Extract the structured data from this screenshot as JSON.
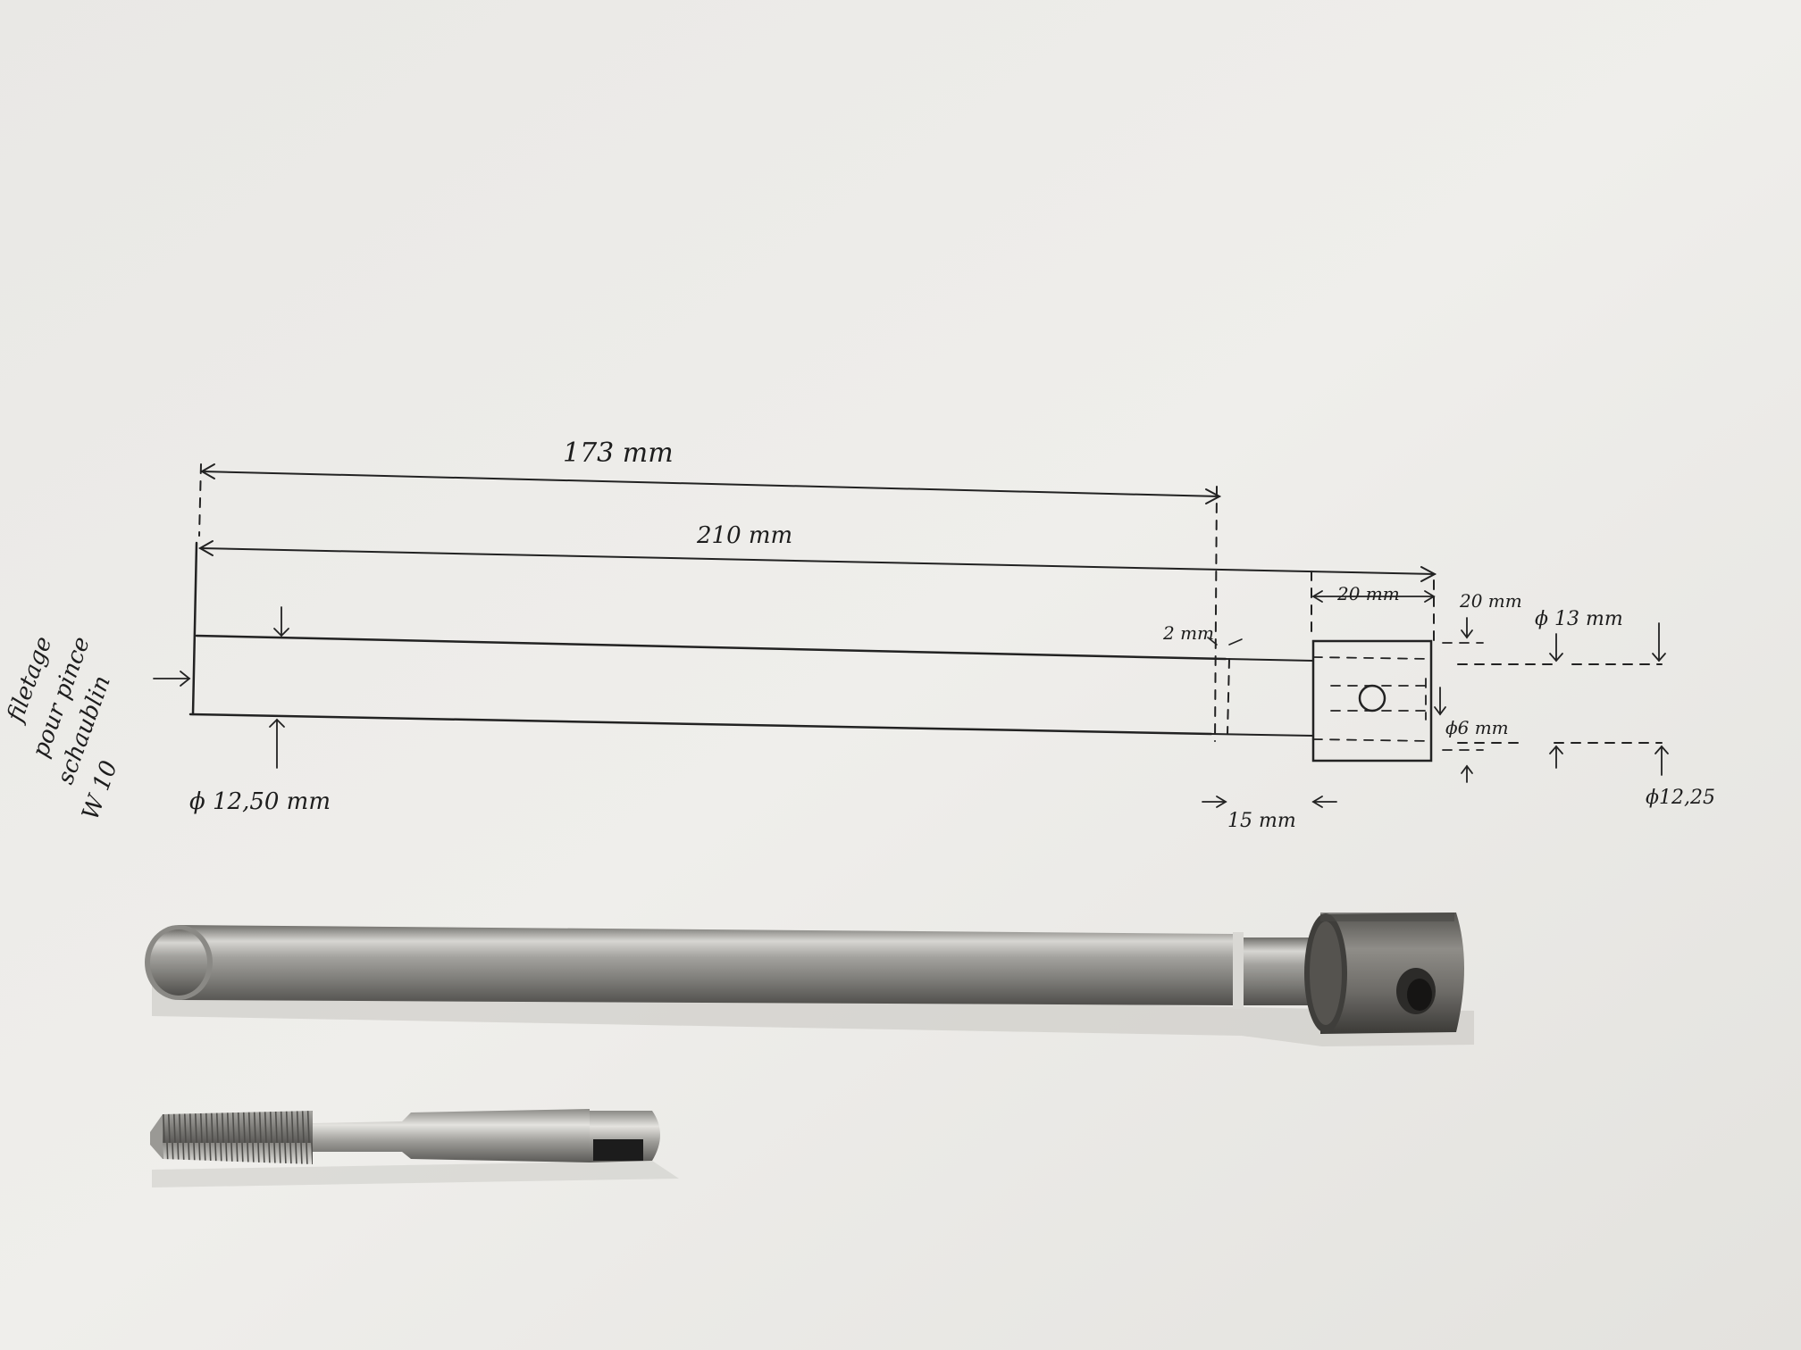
{
  "drawing": {
    "dim_173": "173 mm",
    "dim_210": "210 mm",
    "dim_20_length": "20 mm",
    "dim_20_offset": "20 mm",
    "dim_2": "2 mm",
    "dia_13": "ϕ 13 mm",
    "dia_6": "ϕ6 mm",
    "dim_15": "15 mm",
    "dia_12_25": "ϕ12,25",
    "dia_12_50": "ϕ  12,50 mm",
    "note_line1": "filetage",
    "note_line2": "pour pince",
    "note_line3": "schaublin",
    "note_line4": "W 10"
  },
  "colors": {
    "paper": "#ecebe8",
    "ink": "#222222",
    "steel": "#8d8c88",
    "shadow": "#c9c8c3"
  }
}
